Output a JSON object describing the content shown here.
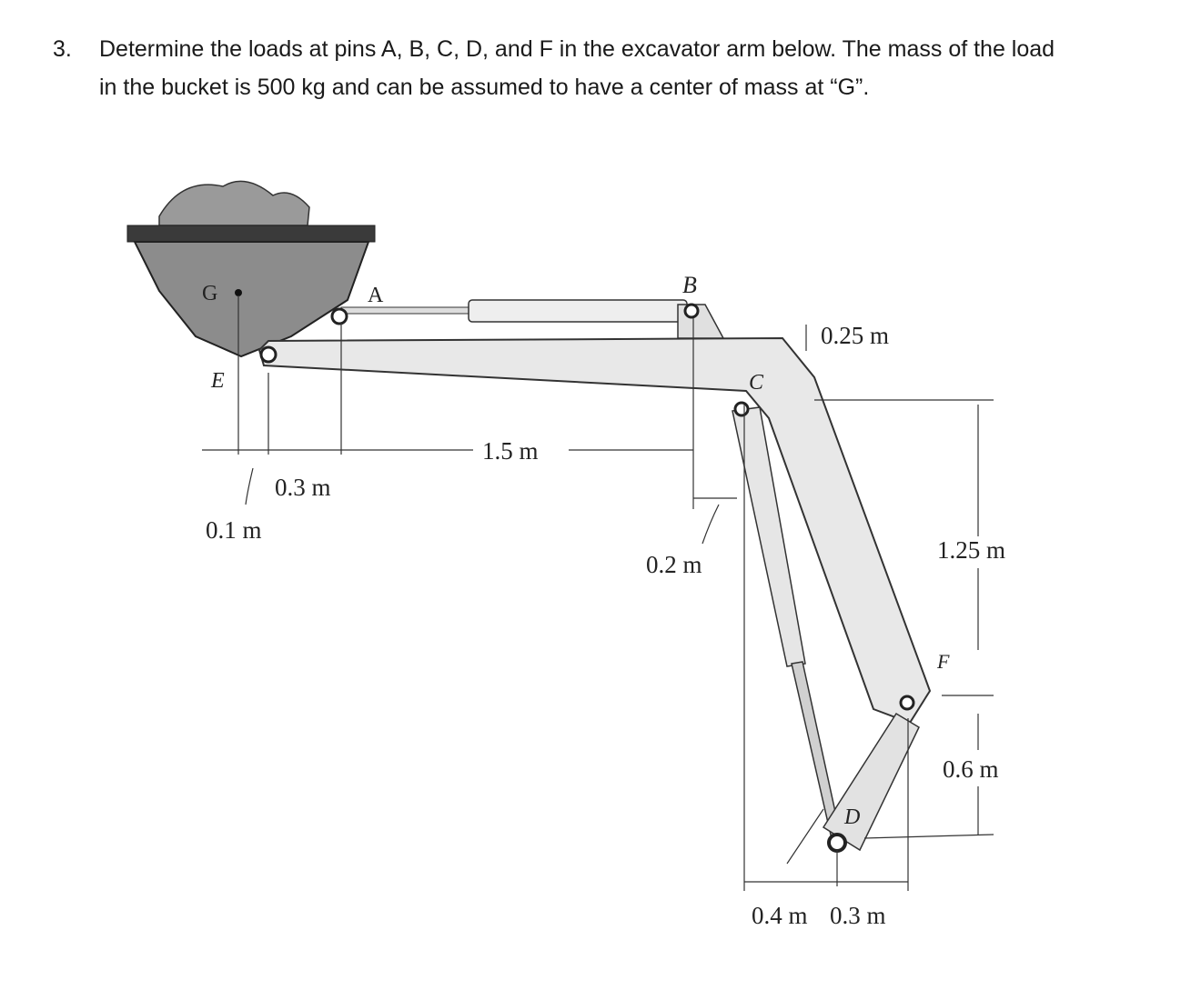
{
  "problem": {
    "number": "3.",
    "line1": "Determine the loads at pins A, B, C, D, and F in the excavator arm below.  The mass of the load",
    "line2": "in the bucket is 500 kg and can be assumed to have a center of mass at “G”."
  },
  "figure": {
    "points": {
      "G": "G",
      "A": "A",
      "B": "B",
      "C": "C",
      "D": "D",
      "E": "E",
      "F": "F"
    },
    "dims": {
      "d_0_25": "0.25 m",
      "d_1_5": "1.5 m",
      "d_0_3a": "0.3 m",
      "d_0_1": "0.1 m",
      "d_0_2": "0.2 m",
      "d_1_25": "1.25 m",
      "d_0_6": "0.6 m",
      "d_0_4": "0.4 m",
      "d_0_3b": "0.3 m"
    }
  }
}
